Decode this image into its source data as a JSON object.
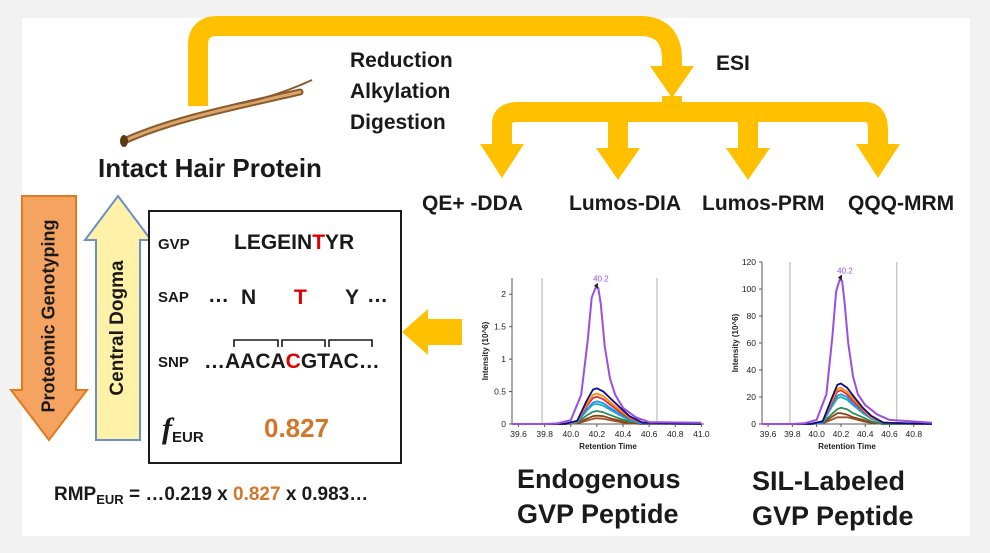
{
  "workflow": {
    "steps": [
      "Reduction",
      "Alkylation",
      "Digestion"
    ],
    "esi_label": "ESI",
    "intact_label": "Intact Hair Protein",
    "methods": [
      "QE+ -DDA",
      "Lumos-DIA",
      "Lumos-PRM",
      "QQQ-MRM"
    ]
  },
  "genotyping": {
    "proteomic_label": "Proteomic Genotyping",
    "dogma_label": "Central Dogma",
    "gvp_row_label": "GVP",
    "gvp_prefix": "LEGEIN",
    "gvp_highlight": "T",
    "gvp_suffix": "YR",
    "sap_row_label": "SAP",
    "sap_pre": "…",
    "sap_n": "N",
    "sap_t": "T",
    "sap_y": "Y",
    "sap_post": "…",
    "snp_row_label": "SNP",
    "snp_pre": "…AACA",
    "snp_highlight": "C",
    "snp_post": "GTAC…",
    "f_symbol": "f",
    "f_sub": "EUR",
    "f_value": "0.827",
    "rmp_prefix": "RMP",
    "rmp_sub": "EUR",
    "rmp_eq": " = …0.219 x ",
    "rmp_highlight": "0.827",
    "rmp_suffix": " x 0.983…"
  },
  "colors": {
    "arrow_yellow": "#ffc000",
    "highlight_red": "#e00000",
    "value_orange": "#d4762a",
    "up_arrow_fill": "#f4a460",
    "down_arrow_fill": "#fff2a8"
  },
  "chart_data": [
    {
      "type": "line",
      "caption": "Endogenous GVP Peptide",
      "caption_lines": [
        "Endogenous",
        "GVP Peptide"
      ],
      "xlabel": "Retention Time",
      "ylabel": "Intensity (10^6)",
      "xlim": [
        39.55,
        41.02
      ],
      "ylim": [
        0,
        2.25
      ],
      "x_ticks": [
        "39.6",
        "39.8",
        "40.0",
        "40.2",
        "40.4",
        "40.6",
        "40.8",
        "41.0"
      ],
      "x_tick_values": [
        39.6,
        39.8,
        40.0,
        40.2,
        40.4,
        40.6,
        40.8,
        41.0
      ],
      "y_ticks": [
        "0",
        "0.5",
        "1",
        "1.5",
        "2"
      ],
      "y_tick_values": [
        0,
        0.5,
        1,
        1.5,
        2
      ],
      "vlines": [
        39.78,
        40.66
      ],
      "peak_label": "40.2",
      "peak_x": 40.2,
      "series": [
        {
          "color": "#9b4fe0",
          "x": [
            39.55,
            39.8,
            39.9,
            40.0,
            40.08,
            40.13,
            40.16,
            40.19,
            40.21,
            40.23,
            40.26,
            40.3,
            40.34,
            40.4,
            40.5,
            40.6,
            41.0
          ],
          "y": [
            0,
            0,
            0.01,
            0.06,
            0.45,
            1.3,
            1.95,
            2.1,
            2.1,
            1.85,
            1.2,
            0.7,
            0.45,
            0.25,
            0.1,
            0.03,
            0.02
          ]
        },
        {
          "color": "#0a0a8c",
          "x": [
            39.55,
            39.95,
            40.05,
            40.12,
            40.17,
            40.2,
            40.25,
            40.3,
            40.38,
            40.45,
            40.55,
            41.0
          ],
          "y": [
            0,
            0,
            0.05,
            0.35,
            0.53,
            0.55,
            0.5,
            0.4,
            0.25,
            0.12,
            0.02,
            0
          ]
        },
        {
          "color": "#ff8c00",
          "x": [
            39.55,
            39.95,
            40.05,
            40.12,
            40.17,
            40.2,
            40.25,
            40.3,
            40.38,
            40.45,
            40.55,
            41.0
          ],
          "y": [
            0,
            0,
            0.04,
            0.3,
            0.45,
            0.47,
            0.43,
            0.34,
            0.21,
            0.1,
            0.02,
            0
          ]
        },
        {
          "color": "#e03030",
          "x": [
            39.55,
            39.95,
            40.05,
            40.12,
            40.17,
            40.2,
            40.25,
            40.3,
            40.38,
            40.45,
            40.55,
            41.0
          ],
          "y": [
            0,
            0,
            0.04,
            0.27,
            0.4,
            0.42,
            0.38,
            0.3,
            0.18,
            0.09,
            0.02,
            0
          ]
        },
        {
          "color": "#1e90ff",
          "x": [
            39.55,
            39.95,
            40.05,
            40.12,
            40.17,
            40.2,
            40.25,
            40.3,
            40.38,
            40.45,
            40.55,
            41.0
          ],
          "y": [
            0,
            0,
            0.03,
            0.22,
            0.33,
            0.35,
            0.32,
            0.25,
            0.15,
            0.07,
            0.01,
            0
          ]
        },
        {
          "color": "#20b2aa",
          "x": [
            39.55,
            39.95,
            40.05,
            40.12,
            40.17,
            40.2,
            40.25,
            40.3,
            40.38,
            40.45,
            40.55,
            41.0
          ],
          "y": [
            0,
            0,
            0.03,
            0.2,
            0.3,
            0.31,
            0.28,
            0.22,
            0.13,
            0.06,
            0.01,
            0
          ]
        },
        {
          "color": "#2e8b57",
          "x": [
            39.55,
            39.95,
            40.05,
            40.12,
            40.17,
            40.2,
            40.25,
            40.3,
            40.38,
            40.45,
            40.55,
            41.0
          ],
          "y": [
            0,
            0,
            0.02,
            0.13,
            0.19,
            0.2,
            0.18,
            0.14,
            0.08,
            0.04,
            0.01,
            0
          ]
        },
        {
          "color": "#8b4513",
          "x": [
            39.55,
            39.95,
            40.05,
            40.12,
            40.17,
            40.2,
            40.25,
            40.3,
            40.38,
            40.45,
            40.55,
            41.0
          ],
          "y": [
            0,
            0,
            0.01,
            0.08,
            0.12,
            0.13,
            0.12,
            0.09,
            0.05,
            0.02,
            0,
            0
          ]
        },
        {
          "color": "#a0522d",
          "x": [
            39.55,
            39.95,
            40.05,
            40.12,
            40.17,
            40.2,
            40.25,
            40.3,
            40.38,
            40.45,
            40.55,
            41.0
          ],
          "y": [
            0,
            0,
            0.01,
            0.05,
            0.08,
            0.09,
            0.08,
            0.06,
            0.03,
            0.01,
            0,
            0
          ]
        }
      ]
    },
    {
      "type": "line",
      "caption": "SIL-Labeled GVP Peptide",
      "caption_lines": [
        "SIL-Labeled",
        "GVP Peptide"
      ],
      "xlabel": "Retention Time",
      "ylabel": "Intensity (10^6)",
      "xlim": [
        39.55,
        40.95
      ],
      "ylim": [
        0,
        120
      ],
      "x_ticks": [
        "39.6",
        "39.8",
        "40.0",
        "40.2",
        "40.4",
        "40.6",
        "40.8"
      ],
      "x_tick_values": [
        39.6,
        39.8,
        40.0,
        40.2,
        40.4,
        40.6,
        40.8
      ],
      "y_ticks": [
        "0",
        "20",
        "40",
        "60",
        "80",
        "100",
        "120"
      ],
      "y_tick_values": [
        0,
        20,
        40,
        60,
        80,
        100,
        120
      ],
      "vlines": [
        39.78,
        40.66
      ],
      "peak_label": "40.2",
      "peak_x": 40.2,
      "series": [
        {
          "color": "#9b4fe0",
          "x": [
            39.55,
            39.8,
            39.9,
            40.0,
            40.08,
            40.13,
            40.16,
            40.19,
            40.21,
            40.23,
            40.26,
            40.3,
            40.34,
            40.4,
            40.5,
            40.6,
            40.95
          ],
          "y": [
            0,
            0,
            0.5,
            3,
            22,
            65,
            98,
            107,
            106,
            90,
            60,
            35,
            22,
            14,
            7,
            3,
            1
          ]
        },
        {
          "color": "#0a0a8c",
          "x": [
            39.55,
            39.95,
            40.05,
            40.12,
            40.17,
            40.2,
            40.25,
            40.3,
            40.38,
            40.45,
            40.55,
            40.95
          ],
          "y": [
            0,
            0,
            2,
            18,
            29,
            30,
            27,
            21,
            12,
            6,
            1,
            0
          ]
        },
        {
          "color": "#ff8c00",
          "x": [
            39.55,
            39.95,
            40.05,
            40.12,
            40.17,
            40.2,
            40.25,
            40.3,
            40.38,
            40.45,
            40.55,
            40.95
          ],
          "y": [
            0,
            0,
            2,
            16,
            26,
            27,
            24,
            19,
            11,
            5,
            1,
            0
          ]
        },
        {
          "color": "#e03030",
          "x": [
            39.55,
            39.95,
            40.05,
            40.12,
            40.17,
            40.2,
            40.25,
            40.3,
            40.38,
            40.45,
            40.55,
            40.95
          ],
          "y": [
            0,
            0,
            2,
            15,
            24,
            25,
            22,
            17,
            10,
            5,
            1,
            0
          ]
        },
        {
          "color": "#1e90ff",
          "x": [
            39.55,
            39.95,
            40.05,
            40.12,
            40.17,
            40.2,
            40.25,
            40.3,
            40.38,
            40.45,
            40.55,
            40.95
          ],
          "y": [
            0,
            0,
            1,
            13,
            21,
            22,
            20,
            15,
            9,
            4,
            1,
            0
          ]
        },
        {
          "color": "#20b2aa",
          "x": [
            39.55,
            39.95,
            40.05,
            40.12,
            40.17,
            40.2,
            40.25,
            40.3,
            40.38,
            40.45,
            40.55,
            40.95
          ],
          "y": [
            0,
            0,
            1,
            12,
            19,
            20,
            18,
            14,
            8,
            4,
            1,
            0
          ]
        },
        {
          "color": "#2e8b57",
          "x": [
            39.55,
            39.95,
            40.05,
            40.12,
            40.17,
            40.2,
            40.25,
            40.3,
            40.38,
            40.45,
            40.55,
            40.95
          ],
          "y": [
            0,
            0,
            1,
            7,
            11,
            12,
            11,
            8,
            5,
            2,
            0,
            0
          ]
        },
        {
          "color": "#8b4513",
          "x": [
            39.55,
            39.95,
            40.05,
            40.12,
            40.17,
            40.2,
            40.25,
            40.3,
            40.38,
            40.45,
            40.55,
            40.95
          ],
          "y": [
            0,
            0,
            0.5,
            5,
            8,
            8,
            7,
            5,
            3,
            1,
            0,
            0
          ]
        },
        {
          "color": "#a0522d",
          "x": [
            39.55,
            39.95,
            40.05,
            40.12,
            40.17,
            40.2,
            40.25,
            40.3,
            40.38,
            40.45,
            40.55,
            40.95
          ],
          "y": [
            0,
            0,
            0.5,
            3,
            5,
            5,
            5,
            4,
            2,
            1,
            0,
            0
          ]
        }
      ]
    }
  ]
}
